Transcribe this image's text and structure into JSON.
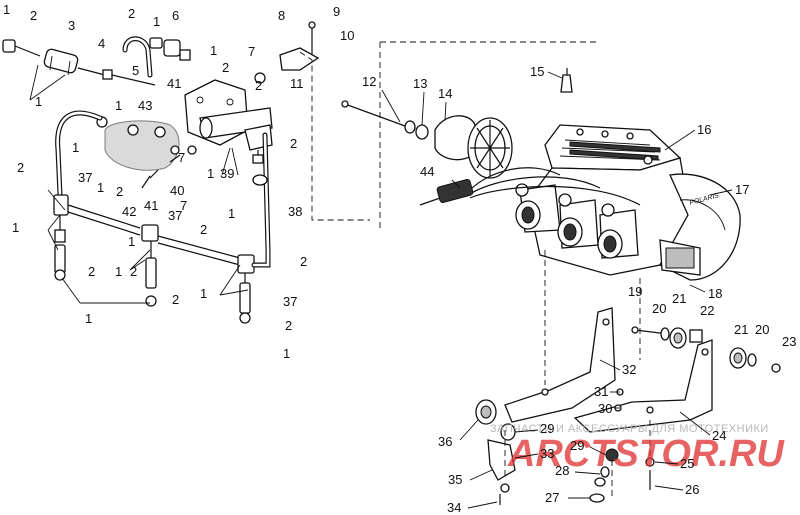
{
  "diagram": {
    "part_numbers": {
      "n1": "1",
      "n2": "2",
      "n3": "3",
      "n4": "4",
      "n5": "5",
      "n6": "6",
      "n7": "7",
      "n8": "8",
      "n9": "9",
      "n10": "10",
      "n11": "11",
      "n12": "12",
      "n13": "13",
      "n14": "14",
      "n15": "15",
      "n16": "16",
      "n17": "17",
      "n18": "18",
      "n19": "19",
      "n20": "20",
      "n21": "21",
      "n22": "22",
      "n23": "23",
      "n24": "24",
      "n25": "25",
      "n26": "26",
      "n27": "27",
      "n28": "28",
      "n29": "29",
      "n30": "30",
      "n31": "31",
      "n32": "32",
      "n33": "33",
      "n34": "34",
      "n35": "35",
      "n36": "36",
      "n37": "37",
      "n38": "38",
      "n39": "39",
      "n40": "40",
      "n41": "41",
      "n42": "42",
      "n43": "43",
      "n44": "44"
    },
    "engine_brand": "POLARIS"
  },
  "watermark": {
    "caption": "ЗАПЧАСТИ И АКСЕССУАРЫ ДЛЯ МОТОТЕХНИКИ",
    "logo": "ARCTSTOR.RU"
  },
  "colors": {
    "line": "#111111",
    "background": "#ffffff",
    "watermark_logo": "#e03030",
    "watermark_text": "#b8b8b8"
  }
}
